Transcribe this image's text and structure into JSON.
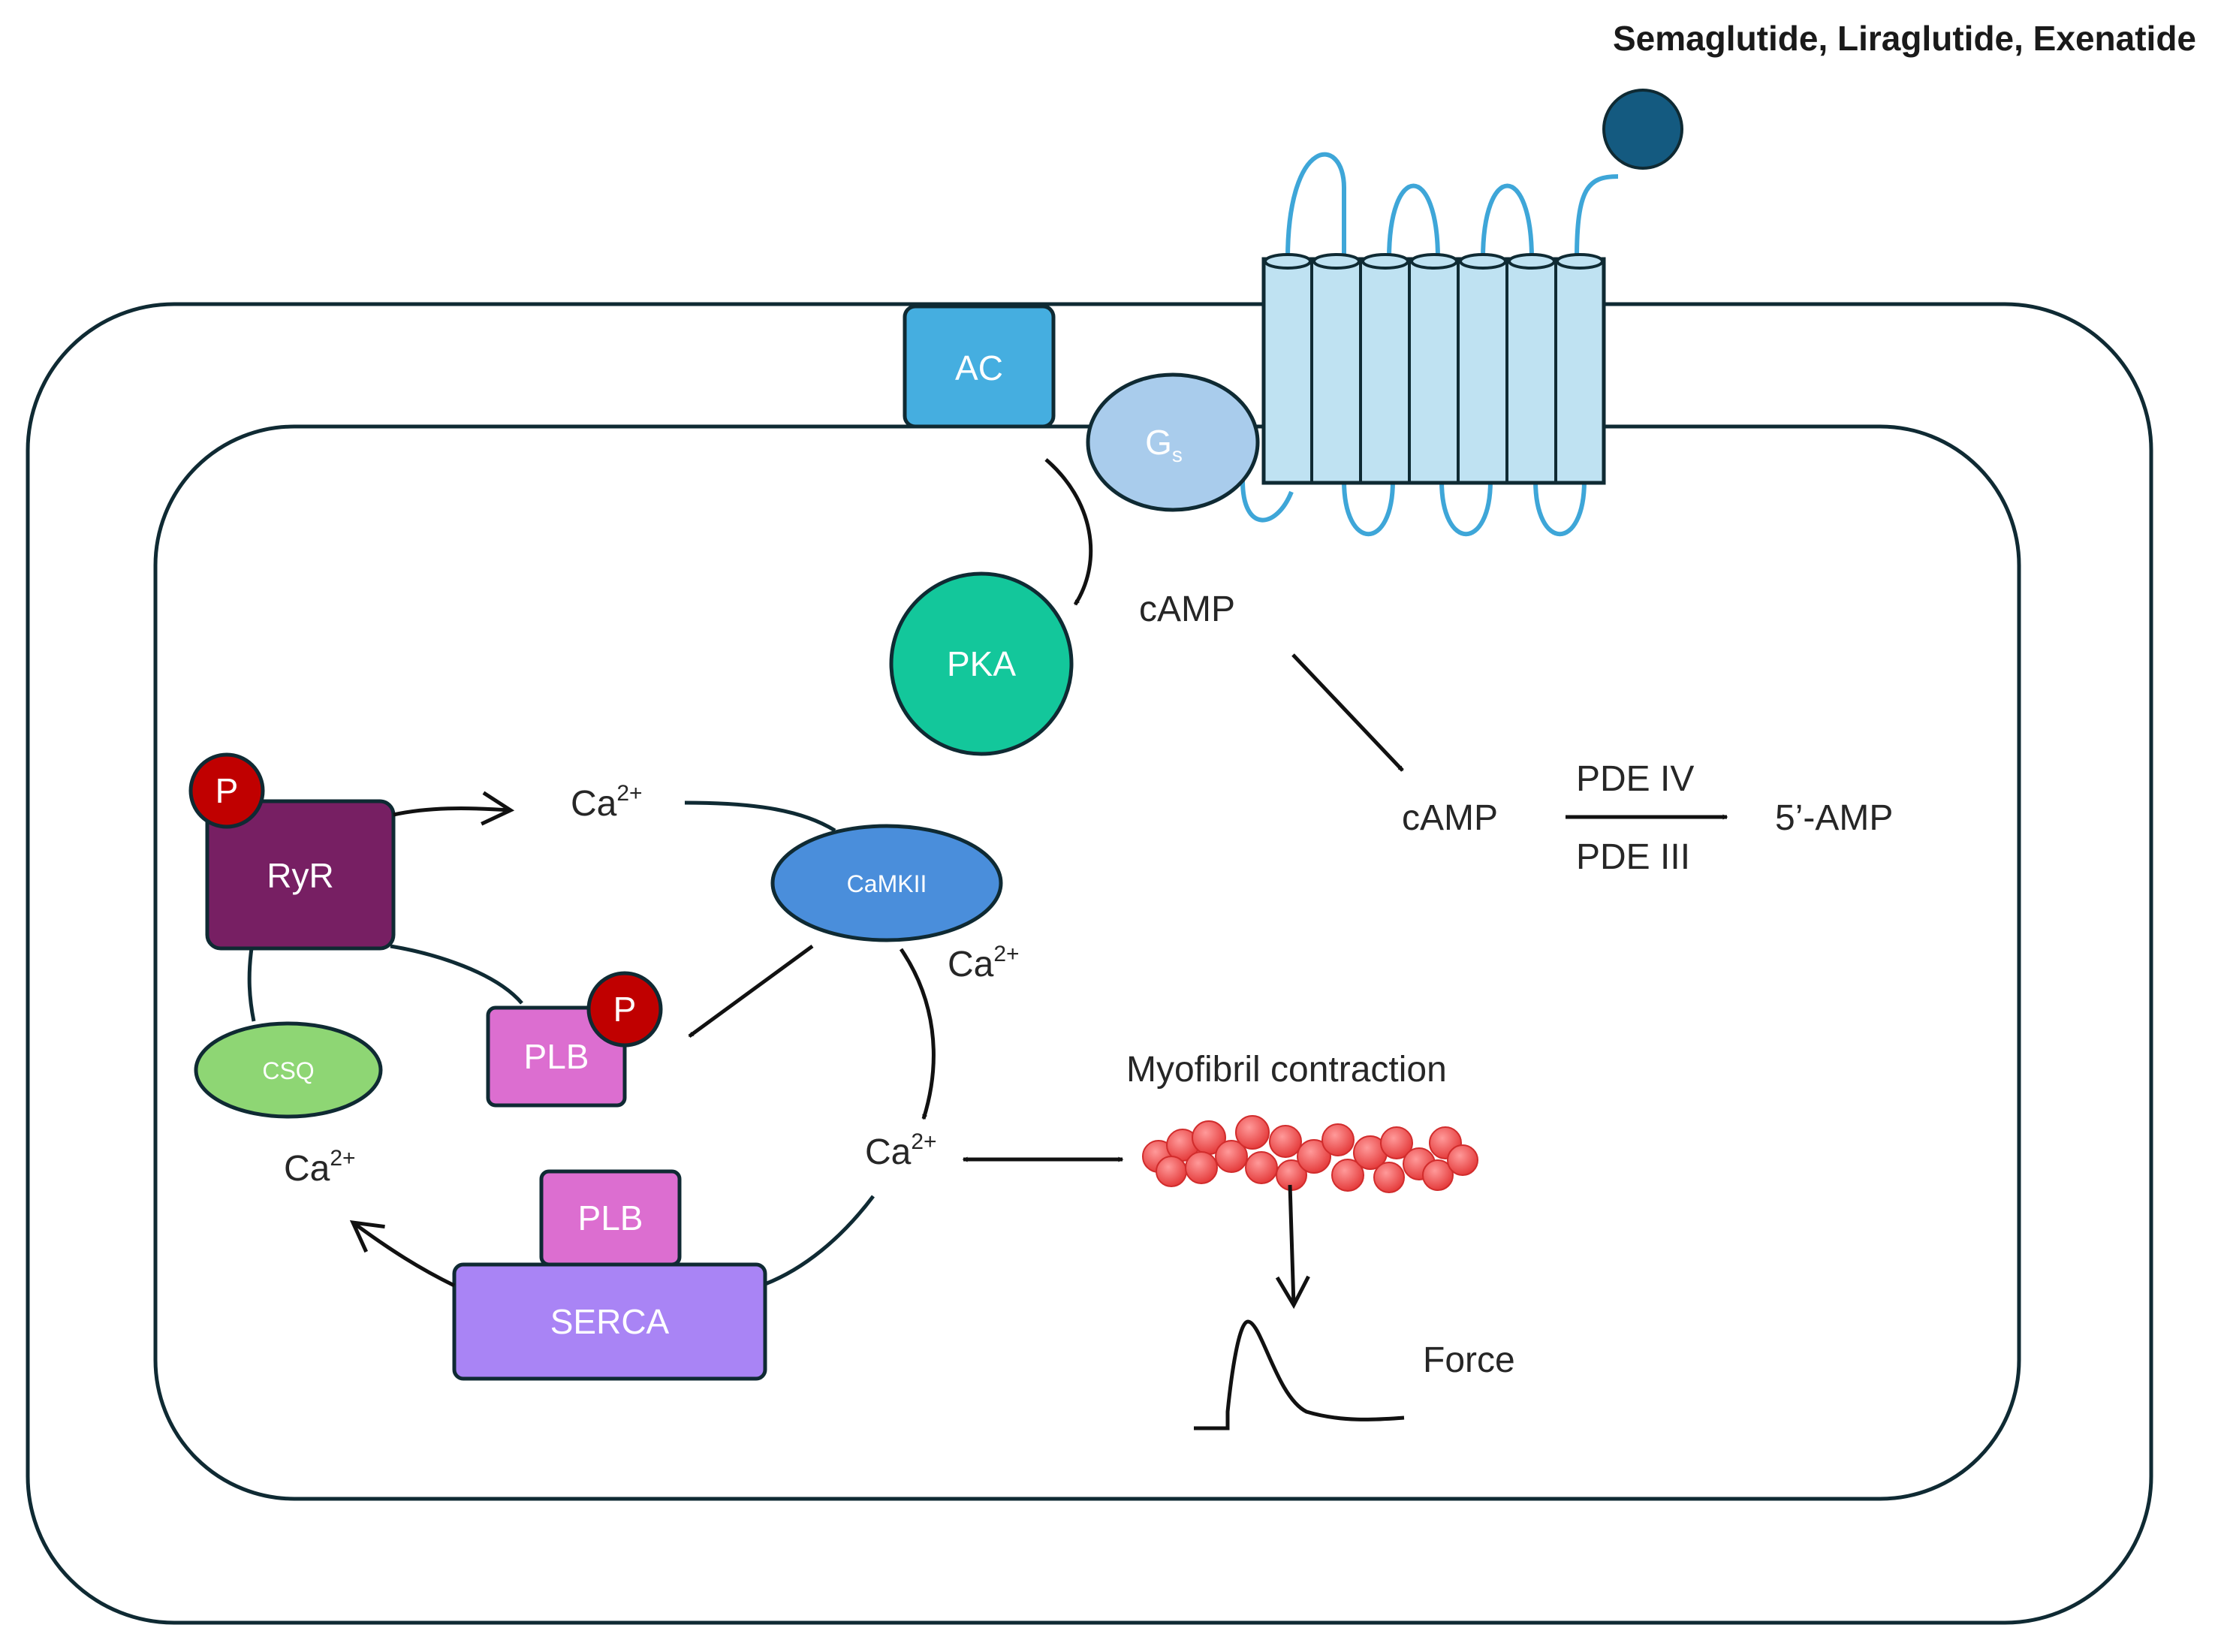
{
  "title": "Semaglutide, Liraglutide, Exenatide",
  "colors": {
    "membrane": "#0f2a33",
    "ac": "#45aee0",
    "gs": "#a9ccec",
    "receptor": "#bfe2f2",
    "receptor_loop": "#3ea6d8",
    "ligand": "#145a80",
    "pka": "#13c79b",
    "camkii": "#4a8edb",
    "ryr": "#771f63",
    "plb": "#dc6ed0",
    "serca": "#a984f5",
    "csq": "#8ed674",
    "phospho": "#c00000",
    "myofibril": "#e84a4a",
    "arrow": "#111111"
  },
  "nodes": {
    "ac": "AC",
    "gs": "G",
    "gs_sub": "s",
    "pka": "PKA",
    "camkii": "CaMKII",
    "ryr": "RyR",
    "phospho": "P",
    "plb": "PLB",
    "serca": "SERCA",
    "csq": "CSQ"
  },
  "labels": {
    "camp_top": "cAMP",
    "camp_right": "cAMP",
    "pde4": "PDE IV",
    "pde3": "PDE III",
    "amp": "5’-AMP",
    "ca": "Ca",
    "ca_charge": "2+",
    "myofibril": "Myofibril contraction",
    "force": "Force"
  }
}
